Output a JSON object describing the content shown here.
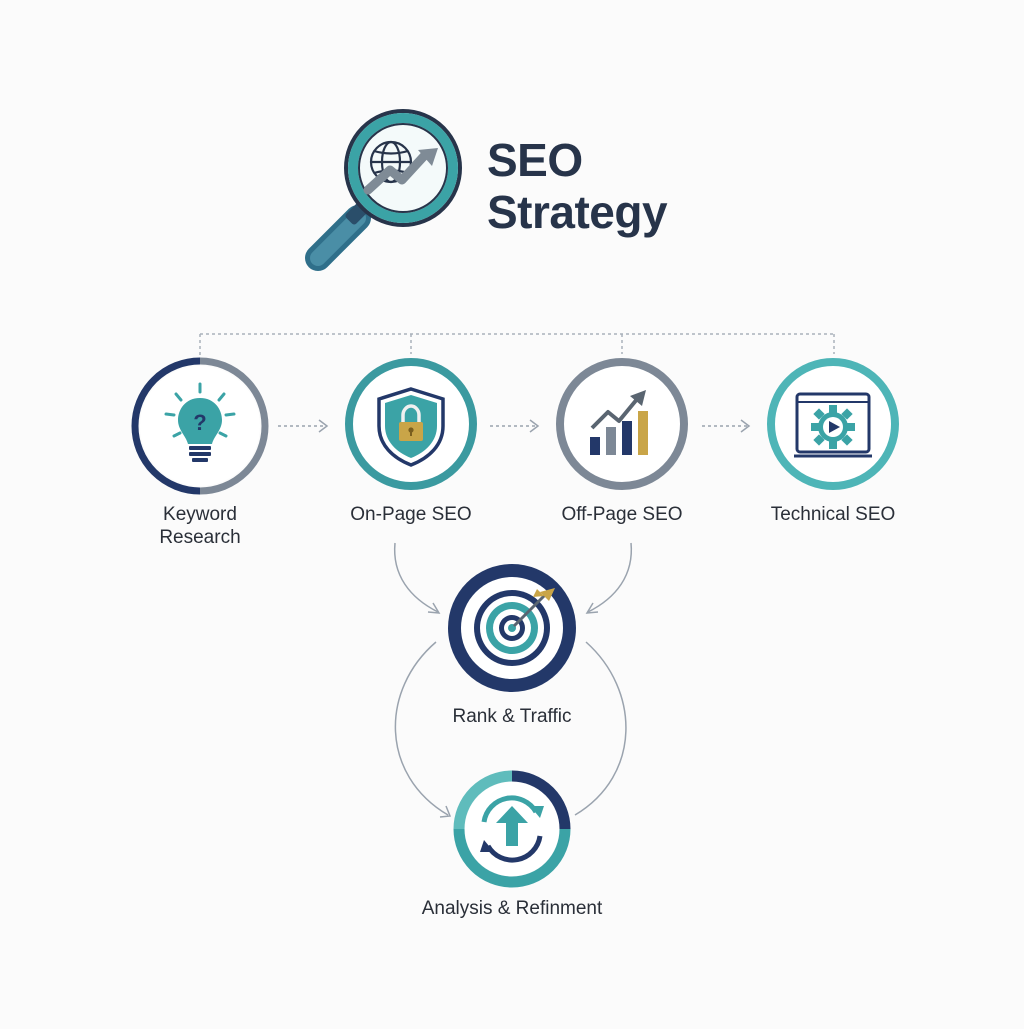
{
  "title": {
    "line1": "SEO",
    "line2": "Strategy"
  },
  "nodes": [
    {
      "label_line1": "Keyword",
      "label_line2": "Research",
      "icon": "lightbulb-question-icon"
    },
    {
      "label": "On-Page SEO",
      "icon": "shield-lock-icon"
    },
    {
      "label": "Off-Page SEO",
      "icon": "bar-chart-growth-icon"
    },
    {
      "label": "Technical SEO",
      "icon": "browser-gear-play-icon"
    },
    {
      "label": "Rank & Traffic",
      "icon": "target-arrow-icon"
    },
    {
      "label": "Analysis & Refinment",
      "icon": "refresh-upload-icon"
    }
  ],
  "colors": {
    "navy": "#233869",
    "teal": "#3ba3a6",
    "gray": "#7d8896",
    "gold": "#c9a548",
    "text": "#27344a"
  }
}
